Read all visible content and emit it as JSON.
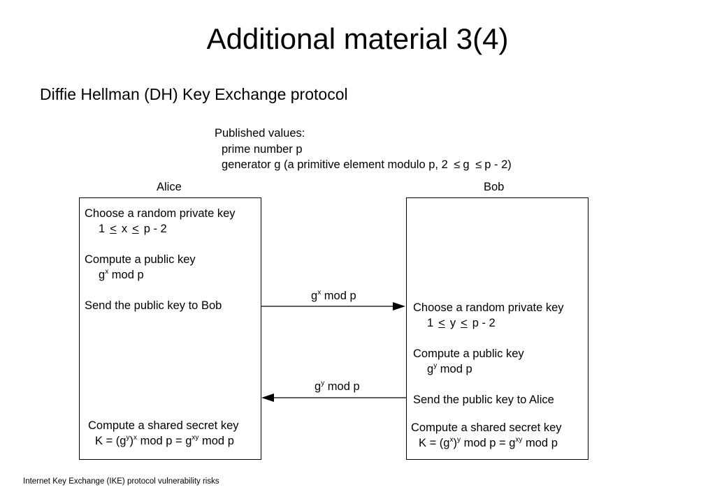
{
  "title": "Additional material 3(4)",
  "subtitle": "Diffie Hellman (DH) Key Exchange protocol",
  "published": {
    "heading": "Published values:",
    "prime": "prime number p",
    "generator_prefix": "generator g (a primitive element modulo p, 2",
    "generator_mid": "g",
    "generator_suffix": "p - 2)",
    "le": "≤"
  },
  "alice": {
    "label": "Alice",
    "choose": "Choose a random private key",
    "range_a": "1",
    "range_var": "x",
    "range_b": "p - 2",
    "compute_pub": "Compute a public key",
    "pub_base": "g",
    "pub_exp": "x",
    "pub_rest": " mod p",
    "send": "Send the public key to Bob",
    "shared": "Compute a shared secret key",
    "k_1": "K = (g",
    "k_2": "y",
    "k_3": ")",
    "k_4": "x",
    "k_5": " mod p = g",
    "k_6": "xy",
    "k_7": " mod p"
  },
  "bob": {
    "label": "Bob",
    "choose": "Choose a random private key",
    "range_a": "1",
    "range_var": "y",
    "range_b": "p - 2",
    "compute_pub": "Compute a public key",
    "pub_base": "g",
    "pub_exp": "y",
    "pub_rest": " mod p",
    "send": "Send the public key to Alice",
    "shared": "Compute a shared secret key",
    "k_1": "K = (g",
    "k_2": "x",
    "k_3": ")",
    "k_4": "y",
    "k_5": " mod p = g",
    "k_6": "xy",
    "k_7": " mod p"
  },
  "msg_to_bob": {
    "base": "g",
    "exp": "x",
    "rest": " mod p"
  },
  "msg_to_alice": {
    "base": "g",
    "exp": "y",
    "rest": " mod p"
  },
  "le_symbol": "<",
  "footer": "Internet Key Exchange (IKE) protocol vulnerability risks"
}
